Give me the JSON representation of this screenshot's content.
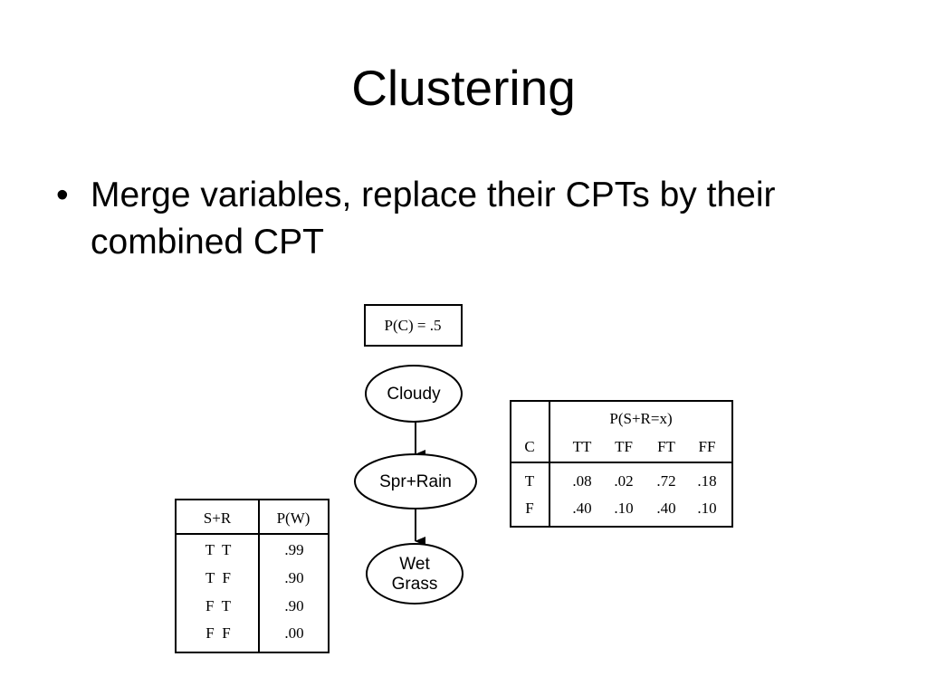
{
  "title": "Clustering",
  "bullets": [
    {
      "symbol": "•",
      "text": "Merge variables, replace their CPTs by their combined CPT"
    }
  ],
  "diagram": {
    "prior_box": "P(C) = .5",
    "nodes": {
      "cloudy": "Cloudy",
      "spr_rain": "Spr+Rain",
      "wet_grass_line1": "Wet",
      "wet_grass_line2": "Grass"
    },
    "cpt_sr": {
      "title": "P(S+R=x)",
      "row_header": "C",
      "columns": [
        "TT",
        "TF",
        "FT",
        "FF"
      ],
      "rows": [
        {
          "label": "T",
          "values": [
            ".08",
            ".02",
            ".72",
            ".18"
          ]
        },
        {
          "label": "F",
          "values": [
            ".40",
            ".10",
            ".40",
            ".10"
          ]
        }
      ]
    },
    "cpt_w": {
      "headers": [
        "S+R",
        "P(W)"
      ],
      "rows": [
        {
          "sr": "T  T",
          "p": ".99"
        },
        {
          "sr": "T  F",
          "p": ".90"
        },
        {
          "sr": "F  T",
          "p": ".90"
        },
        {
          "sr": "F  F",
          "p": ".00"
        }
      ]
    }
  }
}
